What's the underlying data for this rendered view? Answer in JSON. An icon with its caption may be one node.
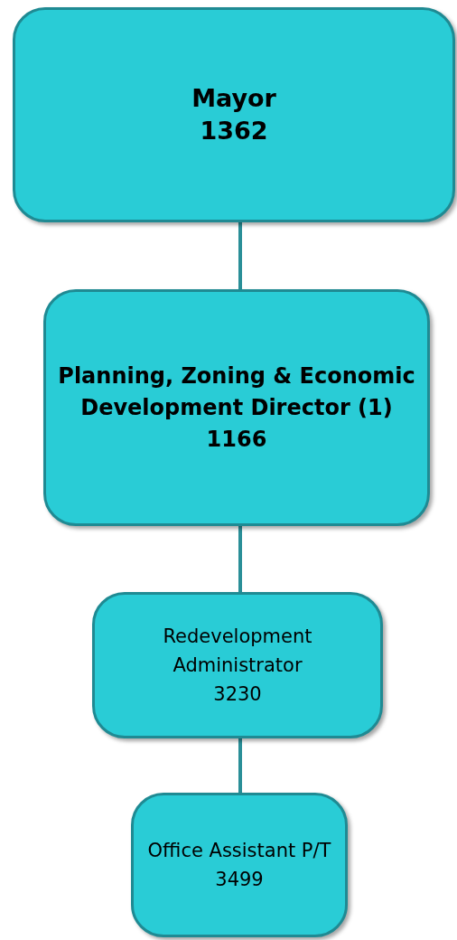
{
  "diagram": {
    "nodes": [
      {
        "text": [
          "Mayor",
          "1362"
        ]
      },
      {
        "text": [
          "Planning, Zoning & Economic Development Director (1)",
          "1166"
        ]
      },
      {
        "text": [
          "Redevelopment Administrator",
          "3230"
        ]
      },
      {
        "text": [
          "Office Assistant P/T",
          "3499"
        ]
      }
    ],
    "edges": [
      {
        "from": 0,
        "to": 1,
        "arrow": "none"
      },
      {
        "from": 1,
        "to": 2,
        "arrow": "none"
      },
      {
        "from": 2,
        "to": 3,
        "arrow": "none"
      }
    ]
  }
}
